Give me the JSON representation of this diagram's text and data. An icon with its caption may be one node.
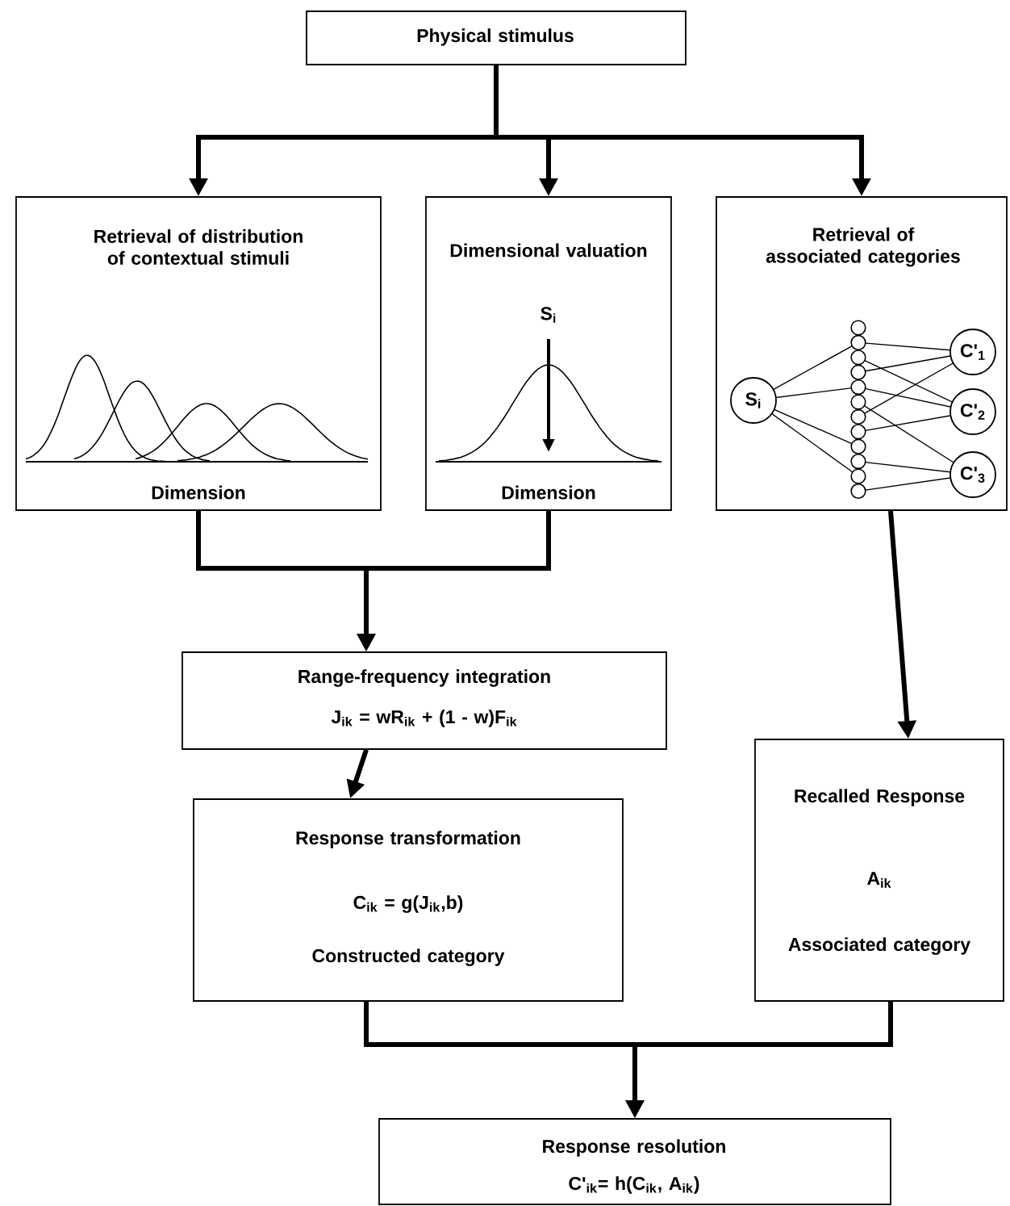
{
  "diagram": {
    "nodes": [
      {
        "text": [
          "Physical stimulus"
        ]
      },
      {
        "text": [
          "Retrieval of distribution of contextual stimuli",
          "Dimension"
        ]
      },
      {
        "text": [
          "Dimensional valuation",
          "S$_{i}$",
          "Dimension"
        ]
      },
      {
        "text": [
          "Retrieval of associated categories"
        ]
      },
      {
        "text": [
          "S$_{i}$"
        ],
        "in": 3
      },
      {
        "text": [
          "C'$_{1}$"
        ],
        "in": 3
      },
      {
        "text": [
          "C'$_{2}$"
        ],
        "in": 3
      },
      {
        "text": [
          "C'$_{3}$"
        ],
        "in": 3
      },
      {
        "text": [
          "Range-frequency integration",
          "J$_{ik}$ = wR$_{ik}$ + (1 - w)F$_{ik}$"
        ]
      },
      {
        "text": [
          "Response transformation",
          "C$_{ik}$ = g(J$_{ik}$,b)",
          "Constructed category"
        ]
      },
      {
        "text": [
          "Recalled Response",
          "A$_{ik}$",
          "Associated category"
        ]
      },
      {
        "text": [
          "Response resolution",
          "C'$_{ik}$= h(C$_{ik}$, A$_{ik}$)"
        ]
      }
    ],
    "edges": [
      {
        "from": 0,
        "to": 1,
        "arrow": "to"
      },
      {
        "from": 0,
        "to": 2,
        "arrow": "to"
      },
      {
        "from": 0,
        "to": 3,
        "arrow": "to"
      },
      {
        "from": 1,
        "to": 8,
        "arrow": "to"
      },
      {
        "from": 2,
        "to": 8,
        "arrow": "to"
      },
      {
        "from": 3,
        "to": 10,
        "arrow": "to"
      },
      {
        "from": 8,
        "to": 9,
        "arrow": "to"
      },
      {
        "from": 9,
        "to": 11,
        "arrow": "to"
      },
      {
        "from": 10,
        "to": 11,
        "arrow": "to"
      }
    ]
  }
}
